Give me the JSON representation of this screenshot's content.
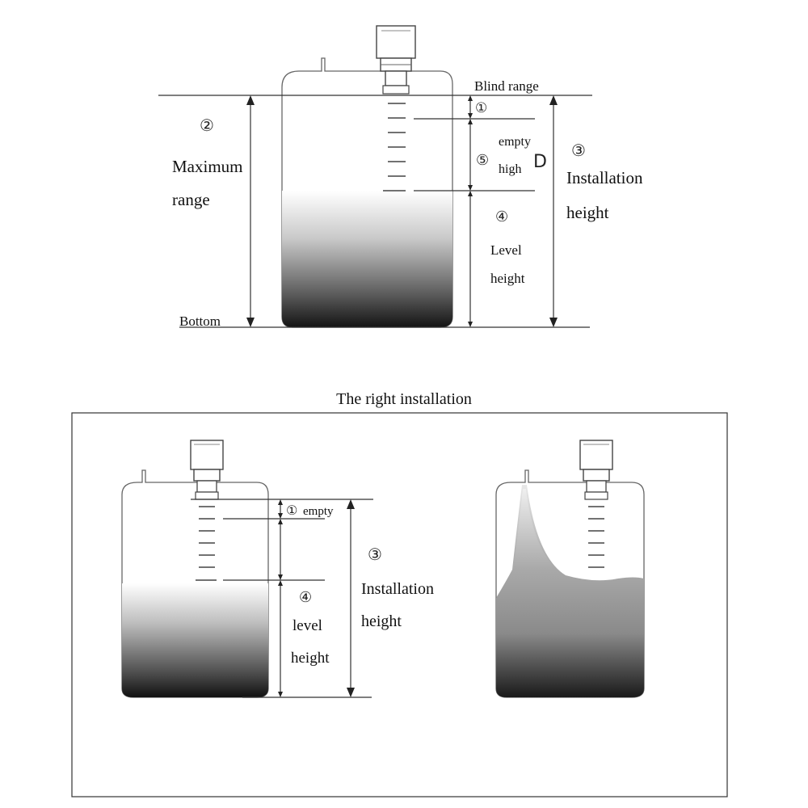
{
  "top": {
    "blind_range": "Blind range",
    "bottom": "Bottom",
    "m1": "①",
    "m2": "②",
    "m3": "③",
    "m4": "④",
    "m5": "⑤",
    "maximum": "Maximum",
    "range": "range",
    "empty": "empty",
    "high": "high",
    "d": "D",
    "installation": "Installation",
    "height_a": "height",
    "level": "Level",
    "height_b": "height"
  },
  "bottom": {
    "title": "The right installation",
    "m1": "①",
    "empty": "empty",
    "m3": "③",
    "installation": "Installation",
    "height_a": "height",
    "m4": "④",
    "level": "level",
    "height_b": "height"
  }
}
